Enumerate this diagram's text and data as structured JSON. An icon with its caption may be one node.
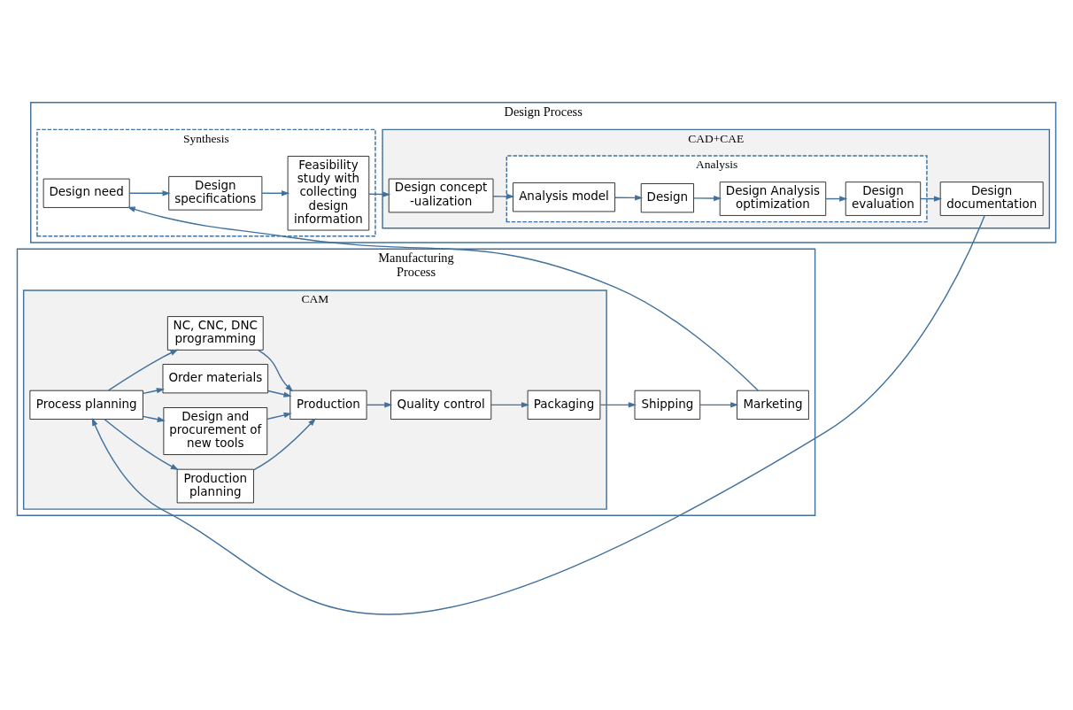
{
  "diagram": {
    "nodes": [
      {
        "text": [
          "Design Process"
        ]
      },
      {
        "text": [
          "Synthesis"
        ],
        "in": 0
      },
      {
        "text": [
          "Design need"
        ],
        "in": 1
      },
      {
        "text": [
          "Design specifications"
        ],
        "in": 1
      },
      {
        "text": [
          "Feasibility study with collecting design information"
        ],
        "in": 1
      },
      {
        "text": [
          "CAD+CAE"
        ],
        "in": 0
      },
      {
        "text": [
          "Analysis"
        ],
        "in": 5
      },
      {
        "text": [
          "Design concept -ualization"
        ],
        "in": 5
      },
      {
        "text": [
          "Analysis model"
        ],
        "in": 6
      },
      {
        "text": [
          "Design"
        ],
        "in": 6
      },
      {
        "text": [
          "Design Analysis optimization"
        ],
        "in": 6
      },
      {
        "text": [
          "Design evaluation"
        ],
        "in": 6
      },
      {
        "text": [
          "Design documentation"
        ],
        "in": 5
      },
      {
        "text": [
          "Manufacturing Process"
        ]
      },
      {
        "text": [
          "CAM"
        ],
        "in": 13
      },
      {
        "text": [
          "Process planning"
        ],
        "in": 14
      },
      {
        "text": [
          "Production planning"
        ],
        "in": 14
      },
      {
        "text": [
          "Design and procurement of new tools"
        ],
        "in": 14
      },
      {
        "text": [
          "Order materials"
        ],
        "in": 14
      },
      {
        "text": [
          "NC, CNC, DNC programming"
        ],
        "in": 14
      },
      {
        "text": [
          "Production"
        ],
        "in": 14
      },
      {
        "text": [
          "Quality control"
        ],
        "in": 14
      },
      {
        "text": [
          "Packaging"
        ],
        "in": 14
      },
      {
        "text": [
          "Shipping"
        ],
        "in": 13
      },
      {
        "text": [
          "Marketing"
        ],
        "in": 13
      }
    ],
    "edges": [
      {
        "from": 2,
        "to": 3,
        "arrow": "to"
      },
      {
        "from": 3,
        "to": 4,
        "arrow": "to"
      },
      {
        "from": 4,
        "to": 7,
        "arrow": "to"
      },
      {
        "from": 7,
        "to": 8,
        "arrow": "to"
      },
      {
        "from": 8,
        "to": 9,
        "arrow": "to"
      },
      {
        "from": 9,
        "to": 10,
        "arrow": "to"
      },
      {
        "from": 10,
        "to": 11,
        "arrow": "to"
      },
      {
        "from": 11,
        "to": 12,
        "arrow": "to"
      },
      {
        "from": 12,
        "to": 15,
        "arrow": "to"
      },
      {
        "from": 15,
        "to": 16,
        "arrow": "to"
      },
      {
        "from": 15,
        "to": 17,
        "arrow": "to"
      },
      {
        "from": 15,
        "to": 18,
        "arrow": "to"
      },
      {
        "from": 15,
        "to": 19,
        "arrow": "to"
      },
      {
        "from": 16,
        "to": 20,
        "arrow": "to"
      },
      {
        "from": 17,
        "to": 20,
        "arrow": "to"
      },
      {
        "from": 18,
        "to": 20,
        "arrow": "to"
      },
      {
        "from": 19,
        "to": 20,
        "arrow": "to"
      },
      {
        "from": 20,
        "to": 21,
        "arrow": "to"
      },
      {
        "from": 21,
        "to": 22,
        "arrow": "to"
      },
      {
        "from": 22,
        "to": 23,
        "arrow": "to"
      },
      {
        "from": 23,
        "to": 24,
        "arrow": "to"
      },
      {
        "from": 24,
        "to": 2,
        "arrow": "to"
      }
    ]
  }
}
